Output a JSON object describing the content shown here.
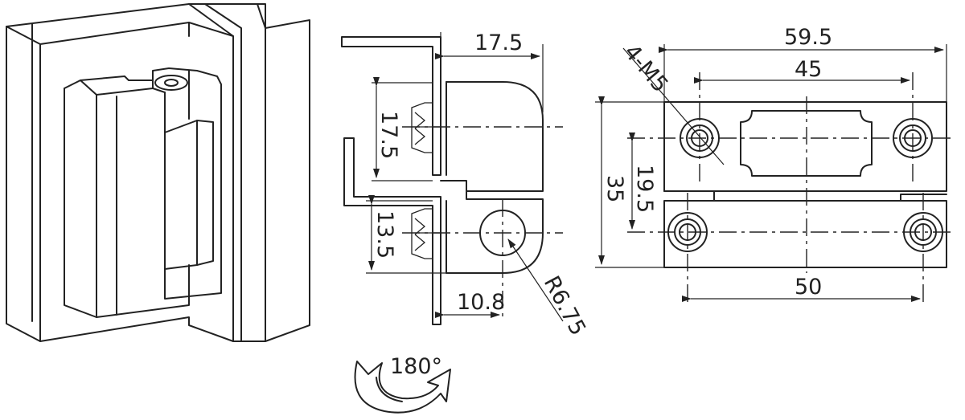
{
  "diagram": {
    "side_view": {
      "dim_top_width": "17.5",
      "dim_upper_height": "17.5",
      "dim_lower_height": "13.5",
      "dim_bottom_width": "10.8",
      "dim_radius": "R6.75"
    },
    "front_view": {
      "dim_overall_width": "59.5",
      "dim_hole_spacing_top": "45",
      "dim_hole_label": "4-M5",
      "dim_overall_height": "35",
      "dim_leaf_height": "19.5",
      "dim_hole_spacing_bottom": "50"
    },
    "rotation": {
      "label": "180°"
    }
  }
}
